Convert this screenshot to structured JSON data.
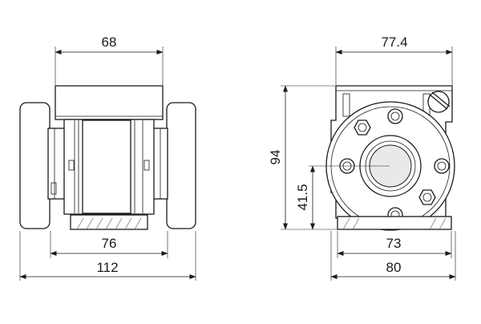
{
  "dimensions": {
    "front_top_width": "68",
    "front_body_width": "76",
    "front_overall_width": "112",
    "side_top_width": "77.4",
    "side_height": "94",
    "side_center_height": "41.5",
    "side_base_width": "73",
    "side_overall_width": "80"
  },
  "colors": {
    "line": "#1a1a1a",
    "background": "#ffffff"
  }
}
